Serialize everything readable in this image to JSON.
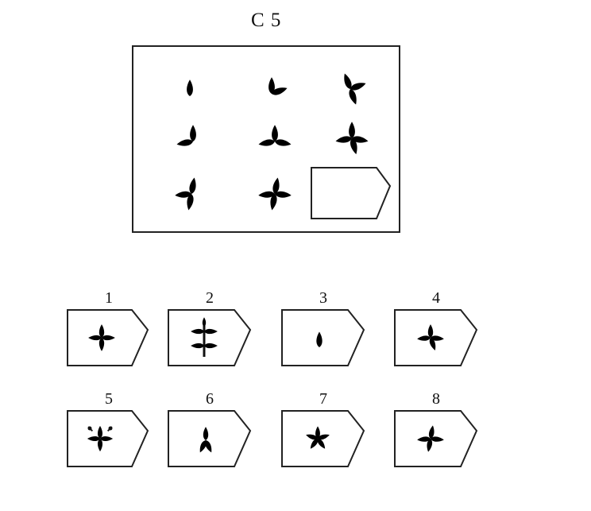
{
  "title": "C 5",
  "options": [
    {
      "label": "1"
    },
    {
      "label": "2"
    },
    {
      "label": "3"
    },
    {
      "label": "4"
    },
    {
      "label": "5"
    },
    {
      "label": "6"
    },
    {
      "label": "7"
    },
    {
      "label": "8"
    }
  ]
}
